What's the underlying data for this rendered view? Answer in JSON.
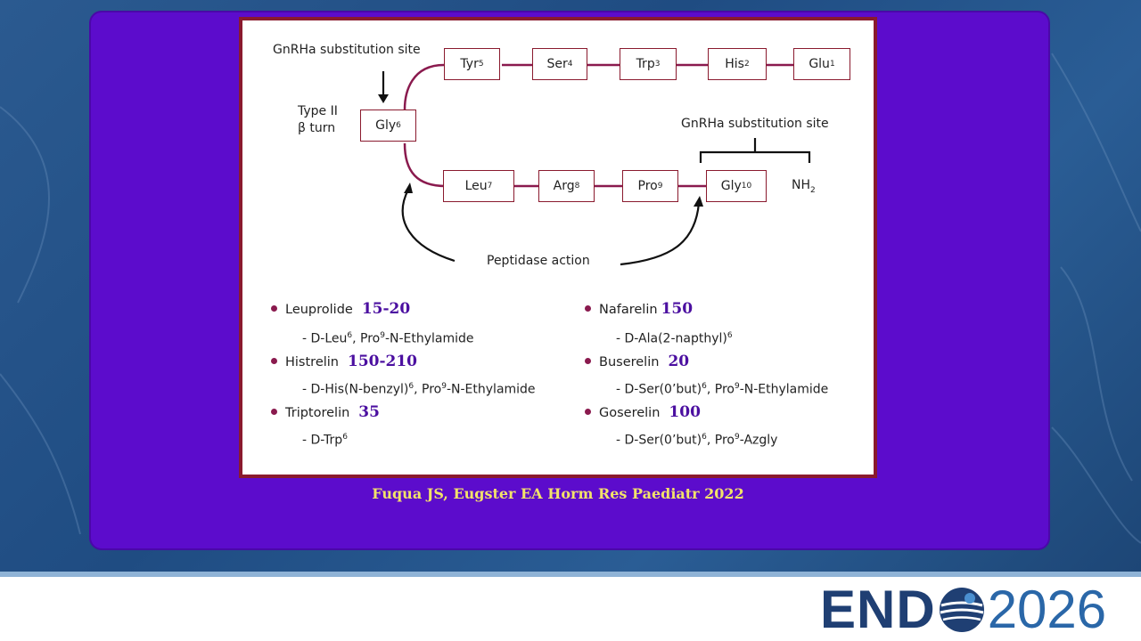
{
  "diagram": {
    "top_substitution_label": "GnRHa substitution site",
    "right_substitution_label": "GnRHa substitution site",
    "turn_label_line1": "Type II",
    "turn_label_line2": "β turn",
    "peptidase_label": "Peptidase action",
    "nh2_label": "NH",
    "nh2_sub": "2",
    "top_chain": [
      {
        "name": "Tyr",
        "sup": "5"
      },
      {
        "name": "Ser",
        "sup": "4"
      },
      {
        "name": "Trp",
        "sup": "3"
      },
      {
        "name": "His",
        "sup": "2"
      },
      {
        "name": "Glu",
        "sup": "1"
      }
    ],
    "gly6": {
      "name": "Gly",
      "sup": "6"
    },
    "bottom_chain": [
      {
        "name": "Leu",
        "sup": "7"
      },
      {
        "name": "Arg",
        "sup": "8"
      },
      {
        "name": "Pro",
        "sup": "9"
      },
      {
        "name": "Gly",
        "sup": "10"
      }
    ]
  },
  "drugs": {
    "leuprolide": {
      "name": "Leuprolide",
      "potency": "15-20",
      "mod_a": "- D-Leu",
      "mod_a_sup": "6",
      "mod_b": ", Pro",
      "mod_b_sup": "9",
      "mod_c": "-N-Ethylamide"
    },
    "histrelin": {
      "name": "Histrelin",
      "potency": "150-210",
      "mod_a": "- D-His(N-benzyl)",
      "mod_a_sup": "6",
      "mod_b": ", Pro",
      "mod_b_sup": "9",
      "mod_c": "-N-Ethylamide"
    },
    "triptorelin": {
      "name": "Triptorelin",
      "potency": "35",
      "mod_a": "- D-Trp",
      "mod_a_sup": "6"
    },
    "nafarelin": {
      "name": "Nafarelin",
      "potency": "150",
      "mod_a": "- D-Ala(2-napthyl)",
      "mod_a_sup": "6"
    },
    "buserelin": {
      "name": "Buserelin",
      "potency": "20",
      "mod_a": "- D-Ser(0’but)",
      "mod_a_sup": "6",
      "mod_b": ", Pro",
      "mod_b_sup": "9",
      "mod_c": "-N-Ethylamide"
    },
    "goserelin": {
      "name": "Goserelin",
      "potency": "100",
      "mod_a": "- D-Ser(0’but)",
      "mod_a_sup": "6",
      "mod_b": ", Pro",
      "mod_b_sup": "9",
      "mod_c": "-Azgly"
    }
  },
  "caption": "Fuqua JS, Eugster EA Horm Res Paediatr 2022",
  "logo": {
    "text_left": "END",
    "text_right": "2026"
  },
  "colors": {
    "slide_bg": "#5c0ccc",
    "figure_border": "#8a1a2e",
    "caption": "#f2e26a",
    "potency": "#4b0fa0",
    "logo_dark": "#1f3f73",
    "logo_light": "#2a67a8"
  }
}
